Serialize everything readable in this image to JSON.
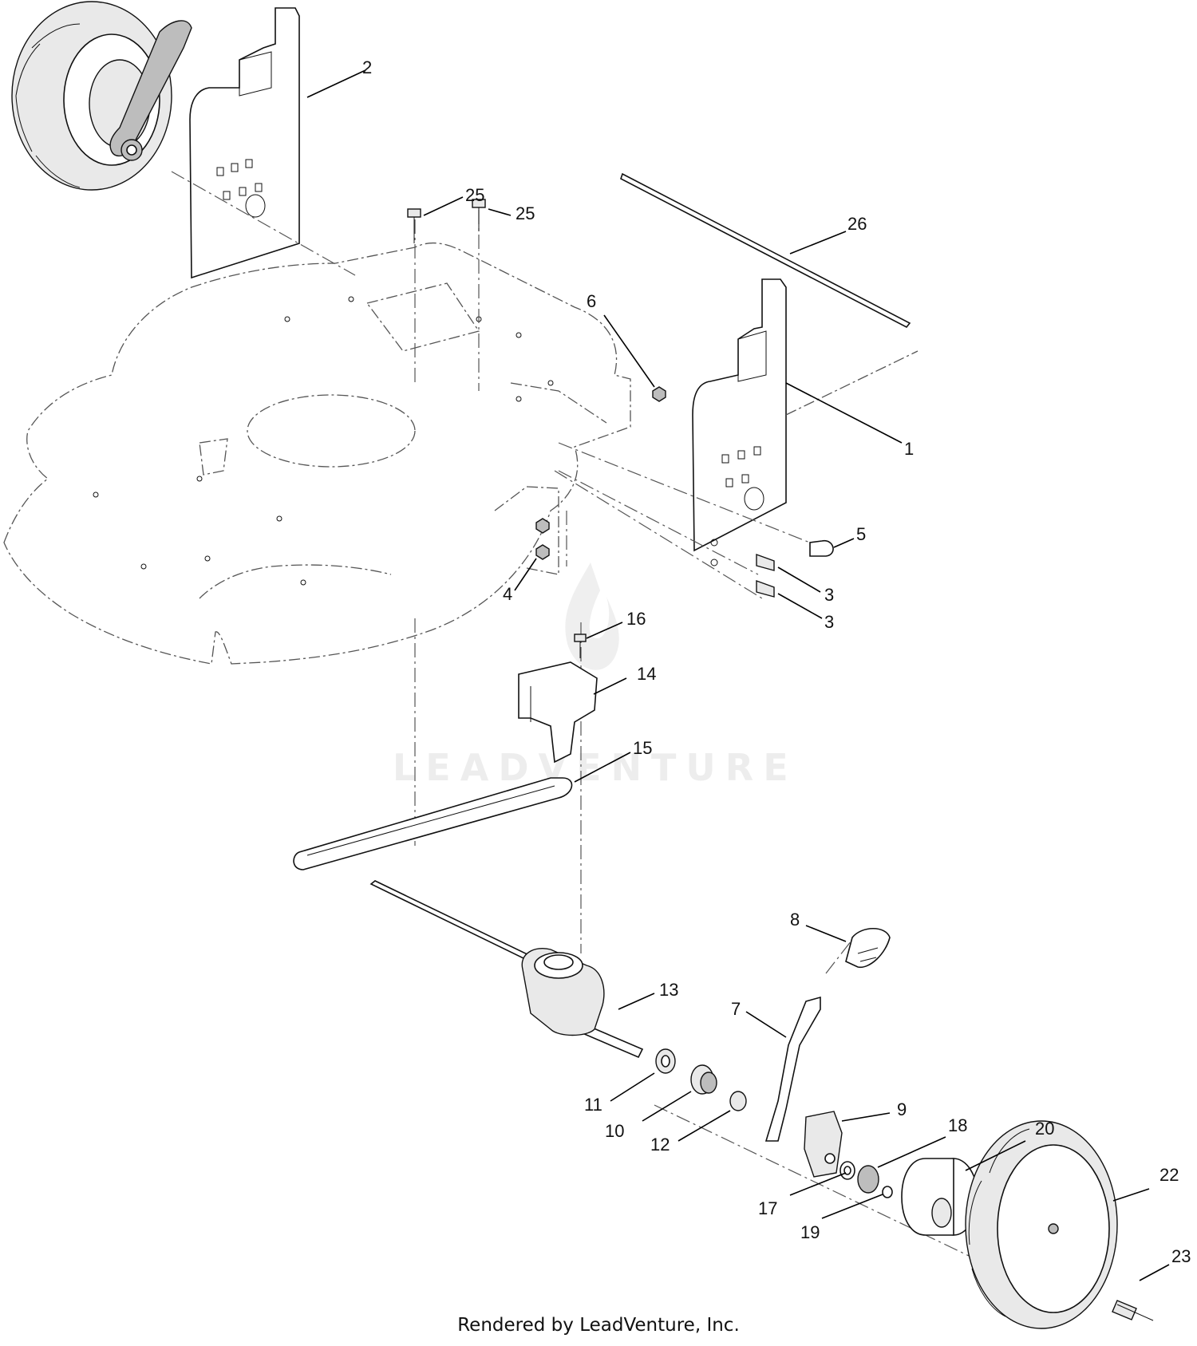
{
  "diagram": {
    "callouts": [
      {
        "id": "c1",
        "label": "1"
      },
      {
        "id": "c2",
        "label": "2"
      },
      {
        "id": "c3a",
        "label": "3"
      },
      {
        "id": "c3b",
        "label": "3"
      },
      {
        "id": "c4",
        "label": "4"
      },
      {
        "id": "c5",
        "label": "5"
      },
      {
        "id": "c6",
        "label": "6"
      },
      {
        "id": "c7",
        "label": "7"
      },
      {
        "id": "c8",
        "label": "8"
      },
      {
        "id": "c9",
        "label": "9"
      },
      {
        "id": "c10",
        "label": "10"
      },
      {
        "id": "c11",
        "label": "11"
      },
      {
        "id": "c12",
        "label": "12"
      },
      {
        "id": "c13",
        "label": "13"
      },
      {
        "id": "c14",
        "label": "14"
      },
      {
        "id": "c15",
        "label": "15"
      },
      {
        "id": "c16",
        "label": "16"
      },
      {
        "id": "c17",
        "label": "17"
      },
      {
        "id": "c18",
        "label": "18"
      },
      {
        "id": "c19",
        "label": "19"
      },
      {
        "id": "c20",
        "label": "20"
      },
      {
        "id": "c22",
        "label": "22"
      },
      {
        "id": "c23",
        "label": "23"
      },
      {
        "id": "c25a",
        "label": "25"
      },
      {
        "id": "c25b",
        "label": "25"
      },
      {
        "id": "c26",
        "label": "26"
      }
    ],
    "watermark": "LEADVENTURE",
    "footer": "Rendered by LeadVenture, Inc."
  }
}
